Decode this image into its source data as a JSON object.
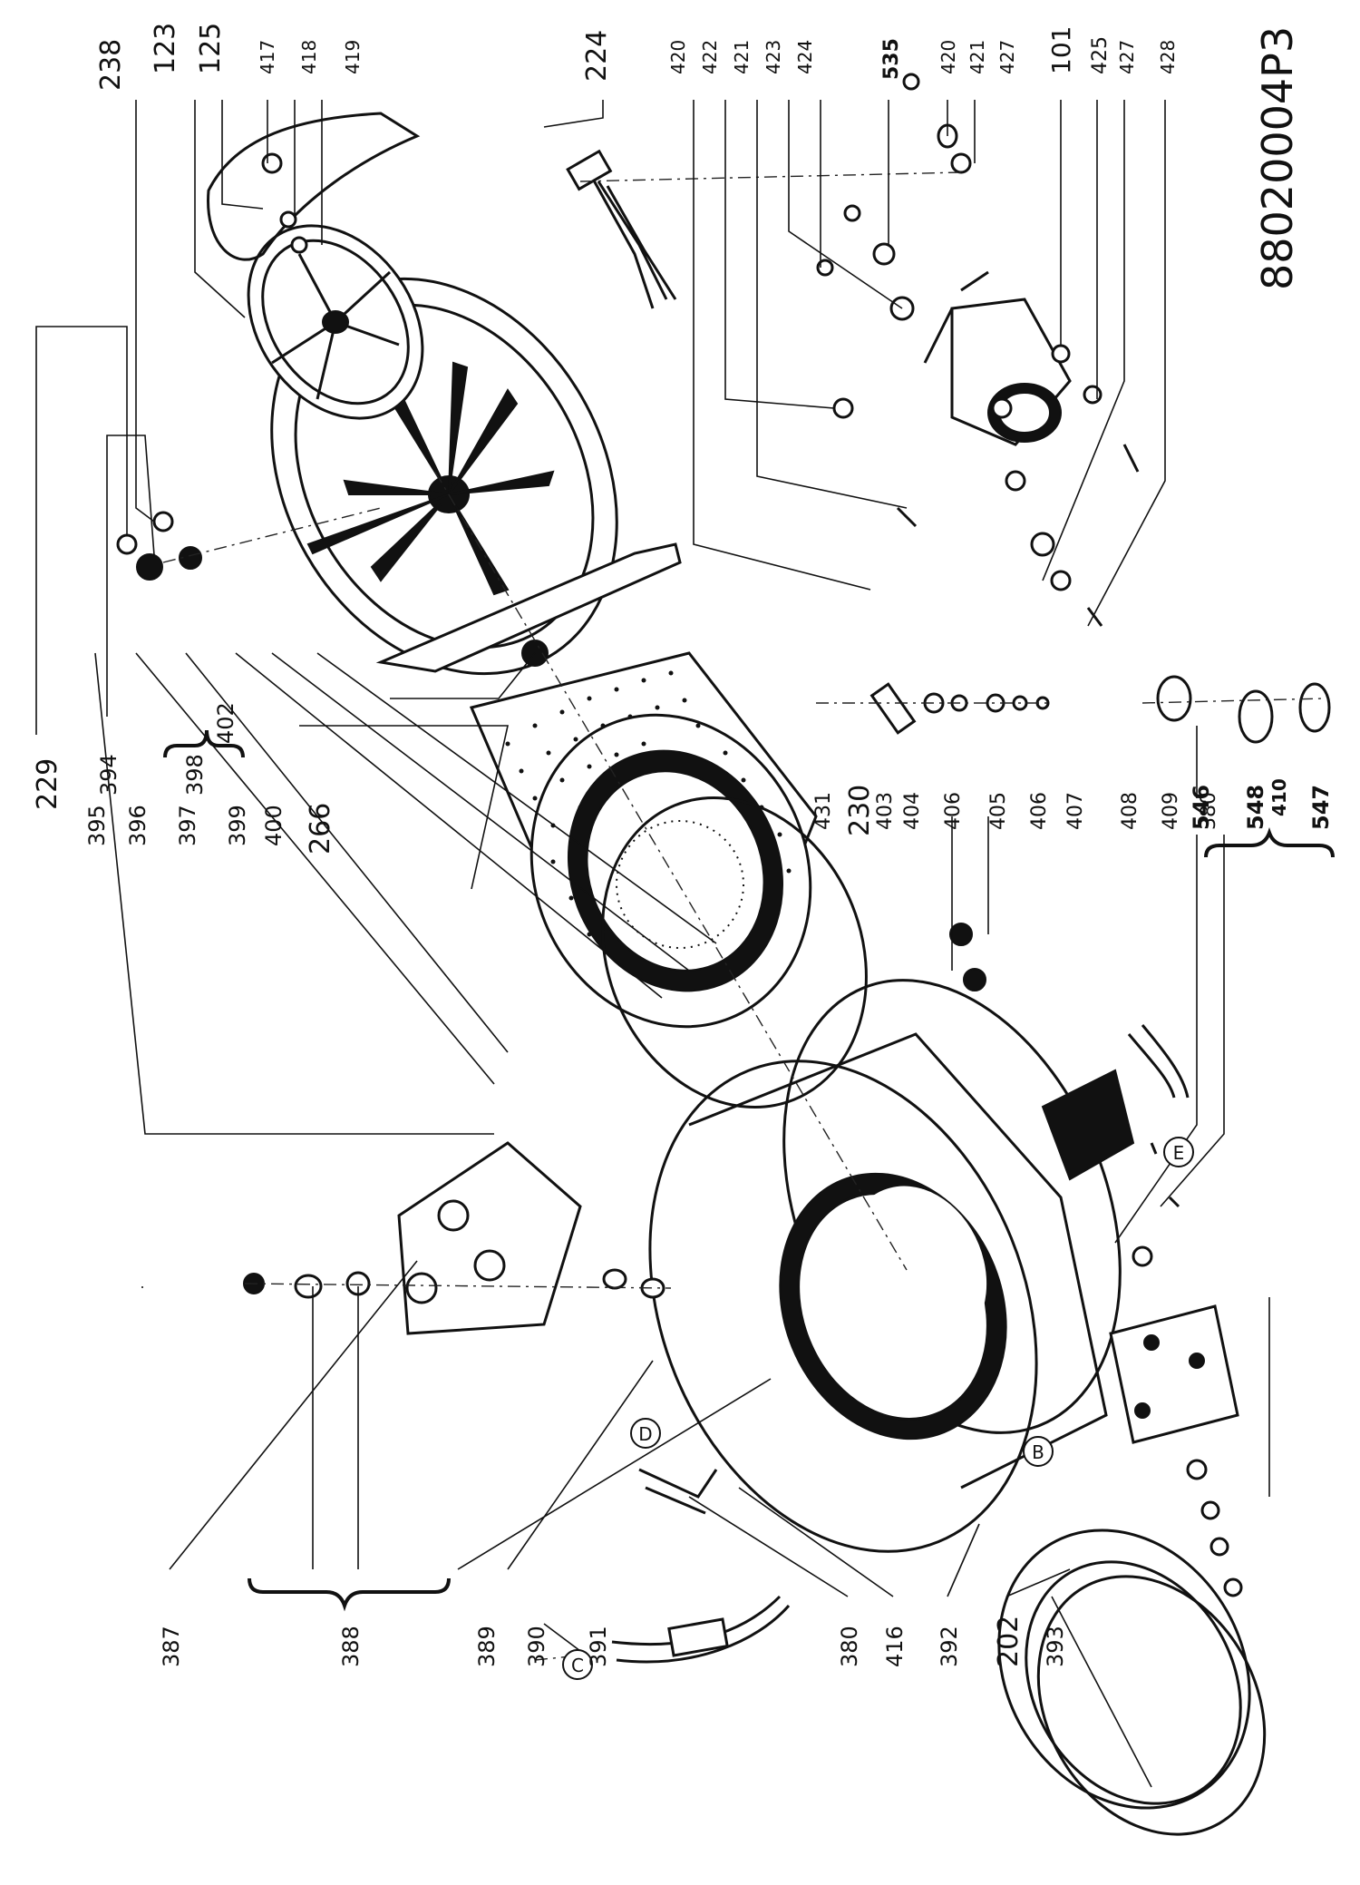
{
  "drawing": {
    "code": "88020004P3",
    "callouts": [
      "D",
      "C",
      "B",
      "E"
    ]
  },
  "labels": {
    "left_column": [
      "387",
      "388",
      "389",
      "390",
      "391",
      "380",
      "416",
      "392",
      "202",
      "393"
    ],
    "middle_column": [
      "229",
      "394",
      "395",
      "396",
      "397",
      "398",
      "399",
      "400",
      "266",
      "402"
    ],
    "right_group": [
      "431",
      "230",
      "403",
      "404",
      "406",
      "405",
      "406",
      "407",
      "408",
      "409",
      "380",
      "546",
      "548",
      "410",
      "547"
    ],
    "top_group": [
      "238",
      "123",
      "125",
      "417",
      "418",
      "419",
      "224",
      "420",
      "422",
      "421",
      "423",
      "424",
      "535",
      "420",
      "421",
      "427",
      "101",
      "425",
      "427",
      "428"
    ]
  }
}
